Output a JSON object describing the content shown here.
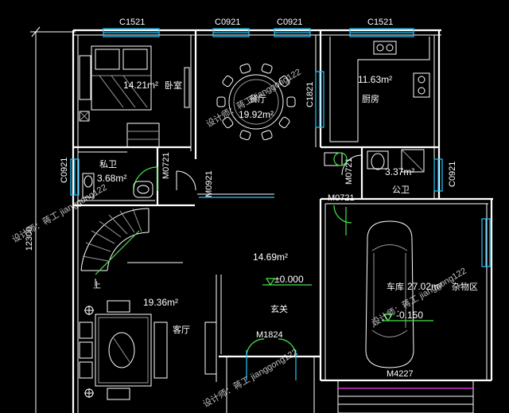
{
  "window_labels": {
    "top_left": "C1521",
    "top_mid_left": "C0921",
    "top_mid_right": "C0921",
    "top_right": "C1521",
    "left_wall": "C0921",
    "right_wall": "C0921",
    "dining_kitchen": "C1821"
  },
  "door_labels": {
    "bath_left": "M0721",
    "stair_passage": "M0921",
    "bath_right_top": "M0721",
    "bath_right_bottom": "M0721",
    "entrance": "M1824",
    "garage": "M4227"
  },
  "dimension": {
    "overall_height": "12300"
  },
  "rooms": {
    "bedroom": {
      "area": "14.21m²",
      "name": "卧室"
    },
    "dining": {
      "name": "餐厅",
      "area": "19.92m²"
    },
    "kitchen": {
      "area": "11.63m²",
      "name": "厨房"
    },
    "bath_private": {
      "name": "私卫",
      "area": "3.68m²"
    },
    "bath_public": {
      "area": "3.37m²",
      "name": "公卫"
    },
    "hall": {
      "area": "14.69m²",
      "level": "±0.000",
      "name": "玄关"
    },
    "living": {
      "area": "19.36m²",
      "name": "客厅"
    },
    "garage": {
      "name": "车库",
      "area": "27.02m²",
      "storage": "杂物区",
      "level": "-0.150"
    }
  },
  "stair_mark": "上",
  "watermark": "设计师：蒋工 jianggong122"
}
